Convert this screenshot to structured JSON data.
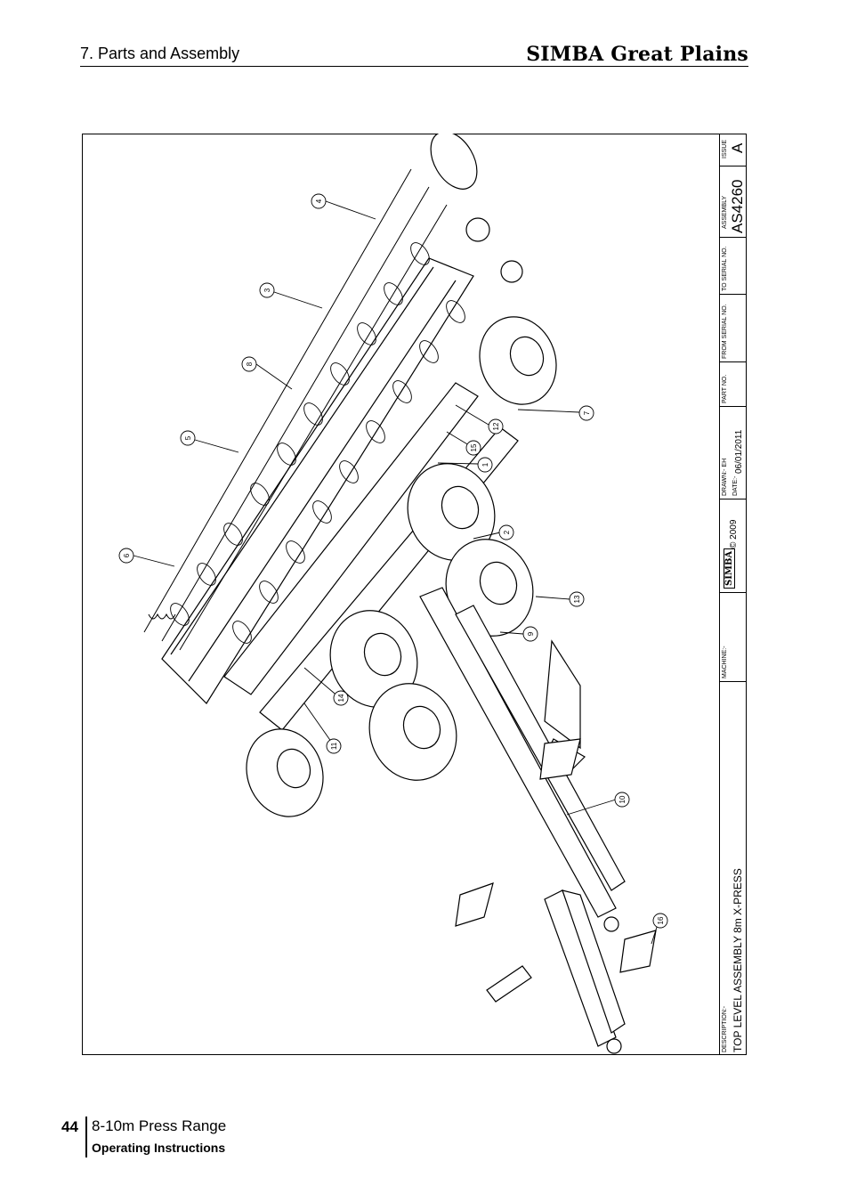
{
  "header": {
    "section_title": "7. Parts and Assembly",
    "brand": "SIMBA Great Plains"
  },
  "title_block": {
    "issue_label": "ISSUE",
    "issue_value": "A",
    "assembly_label": "ASSEMBLY",
    "assembly_value": "AS4260",
    "to_serial_label": "TO SERIAL NO.",
    "from_serial_label": "FROM SERIAL NO.",
    "part_no_label": "PART NO.",
    "drawn_label": "DRAWN:- EH",
    "date_label": "DATE:-",
    "date_value": "06/01/2011",
    "logo_text": "SIMBA",
    "copyright": "© 2009",
    "machine_label": "MACHINE:-",
    "description_label": "DESCRIPTION:-",
    "description_value": "TOP LEVEL ASSEMBLY 8m X-PRESS"
  },
  "callouts": [
    "4",
    "3",
    "8",
    "5",
    "6",
    "7",
    "12",
    "15",
    "1",
    "2",
    "13",
    "9",
    "14",
    "11",
    "10",
    "16"
  ],
  "footer": {
    "page_number": "44",
    "product": "8-10m Press Range",
    "subtitle": "Operating Instructions"
  }
}
